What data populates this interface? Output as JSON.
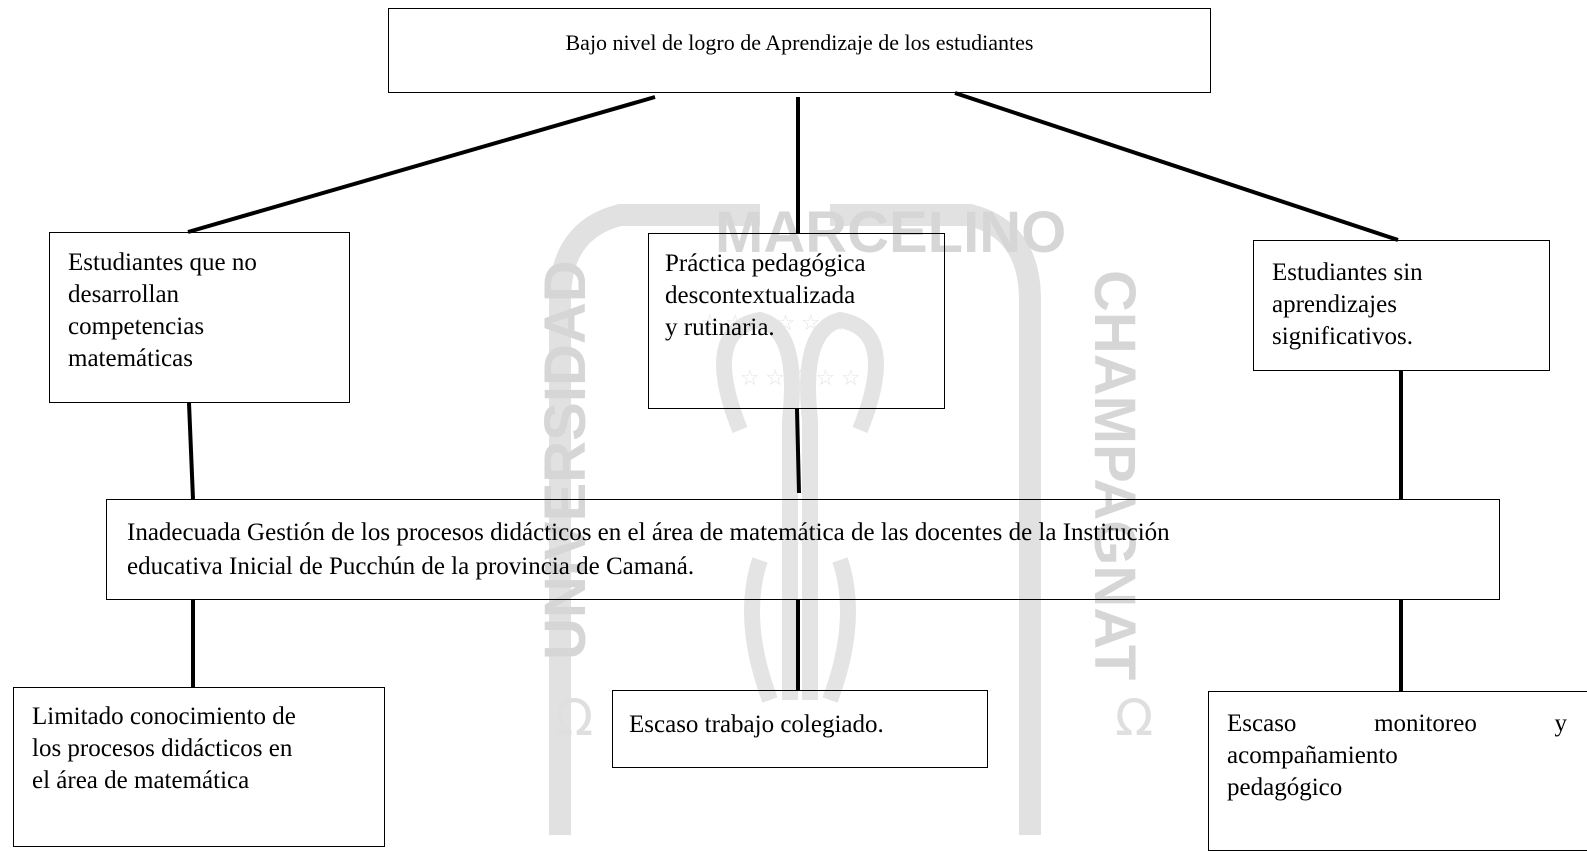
{
  "effect": {
    "text": "Bajo nivel de logro de Aprendizaje de los estudiantes"
  },
  "effects": [
    {
      "lines": [
        "Estudiantes que no",
        "desarrollan",
        "competencias",
        "matemáticas"
      ]
    },
    {
      "lines": [
        "Práctica pedagógica",
        "descontextualizada",
        "y rutinaria."
      ]
    },
    {
      "lines": [
        "Estudiantes sin",
        "aprendizajes",
        "significativos."
      ]
    }
  ],
  "problem": {
    "line1": "Inadecuada Gestión de los procesos didácticos en el área de matemática de las docentes de la Institución",
    "line2": "educativa Inicial de Pucchún de la provincia de Camaná."
  },
  "causes": [
    {
      "lines": [
        "Limitado conocimiento de",
        "los procesos didácticos en",
        "el área de matemática"
      ]
    },
    {
      "lines": [
        "Escaso trabajo colegiado."
      ]
    },
    {
      "words": [
        "Escaso",
        "monitoreo",
        "y"
      ],
      "lines": [
        "acompañamiento",
        "pedagógico"
      ]
    }
  ],
  "watermark": {
    "top": "MARCELINO",
    "left": "UNIVERSIDAD",
    "right": "CHAMPAGNAT",
    "colors": {
      "text": "#b6b6b6",
      "emblem": "#c9c9c9"
    }
  },
  "colors": {
    "line": "#000000",
    "box_border": "#000000"
  }
}
